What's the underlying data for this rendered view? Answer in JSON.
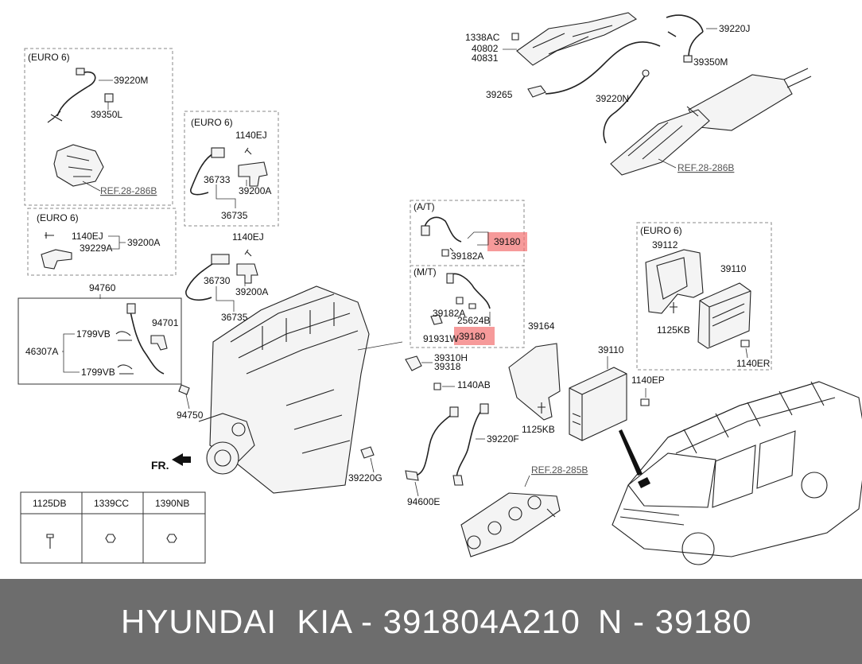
{
  "diagram": {
    "labels": {
      "euro6_a": "(EURO 6)",
      "euro6_b": "(EURO 6)",
      "euro6_c": "(EURO 6)",
      "euro6_d": "(EURO 6)",
      "p39220M": "39220M",
      "p39350L": "39350L",
      "ref28286B_a": "REF.28-286B",
      "p1140EJ_a": "1140EJ",
      "p36733": "36733",
      "p39200A_a": "39200A",
      "p36735_a": "36735",
      "p1140EJ_b": "1140EJ",
      "p39200A_b": "39200A",
      "p39229A": "39229A",
      "p1140EJ_c": "1140EJ",
      "p36730": "36730",
      "p39200A_c": "39200A",
      "p36735_b": "36735",
      "p94760": "94760",
      "p1799VB_a": "1799VB",
      "p94701": "94701",
      "p46307A": "46307A",
      "p1799VB_b": "1799VB",
      "p94750": "94750",
      "fr": "FR.",
      "p1338AC": "1338AC",
      "p40802": "40802",
      "p40831": "40831",
      "p39265": "39265",
      "p39220J": "39220J",
      "p39350M": "39350M",
      "p39220N": "39220N",
      "ref28286B_b": "REF.28-286B",
      "at": "(A/T)",
      "p39180_a": "39180",
      "p39182A_a": "39182A",
      "mt": "(M/T)",
      "p39182A_b": "39182A",
      "p25624B": "25624B",
      "p91931W": "91931W",
      "p39180_b": "39180",
      "p39310H": "39310H",
      "p39318": "39318",
      "p1140AB": "1140AB",
      "p39220G": "39220G",
      "p94600E": "94600E",
      "p39220F": "39220F",
      "ref28285B": "REF.28-285B",
      "p39164": "39164",
      "p1125KB_a": "1125KB",
      "p39110_a": "39110",
      "p1140EP": "1140EP",
      "p39112": "39112",
      "p39110_b": "39110",
      "p1125KB_b": "1125KB",
      "p1140ER": "1140ER"
    },
    "fastener_table": {
      "headers": [
        "1125DB",
        "1339CC",
        "1390NB"
      ]
    },
    "highlight_color": "#f26f6f"
  },
  "footer": {
    "brand": "HYUNDAI  KIA",
    "part_number": "- 391804A210",
    "alt_number": "N - 39180",
    "background": "#6d6d6d"
  }
}
